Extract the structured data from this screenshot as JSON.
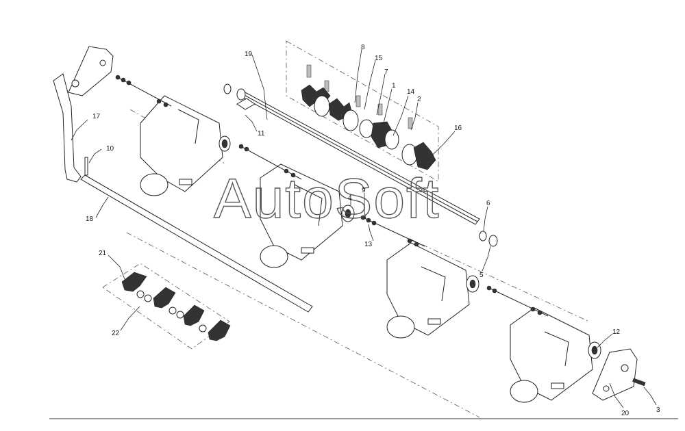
{
  "watermark": "AutoSoft",
  "callouts": [
    {
      "id": "c17",
      "text": "17"
    },
    {
      "id": "c10",
      "text": "10"
    },
    {
      "id": "c18",
      "text": "18"
    },
    {
      "id": "c21",
      "text": "21"
    },
    {
      "id": "c22",
      "text": "22"
    },
    {
      "id": "c19",
      "text": "19"
    },
    {
      "id": "c11",
      "text": "11"
    },
    {
      "id": "c8",
      "text": "8"
    },
    {
      "id": "c15",
      "text": "15"
    },
    {
      "id": "c7",
      "text": "7"
    },
    {
      "id": "c1",
      "text": "1"
    },
    {
      "id": "c14",
      "text": "14"
    },
    {
      "id": "c2",
      "text": "2"
    },
    {
      "id": "c16",
      "text": "16"
    },
    {
      "id": "c4",
      "text": "4"
    },
    {
      "id": "c9",
      "text": "9"
    },
    {
      "id": "c13",
      "text": "13"
    },
    {
      "id": "c6",
      "text": "6"
    },
    {
      "id": "c5",
      "text": "5"
    },
    {
      "id": "c12",
      "text": "12"
    },
    {
      "id": "c20",
      "text": "20"
    },
    {
      "id": "c3",
      "text": "3"
    }
  ]
}
